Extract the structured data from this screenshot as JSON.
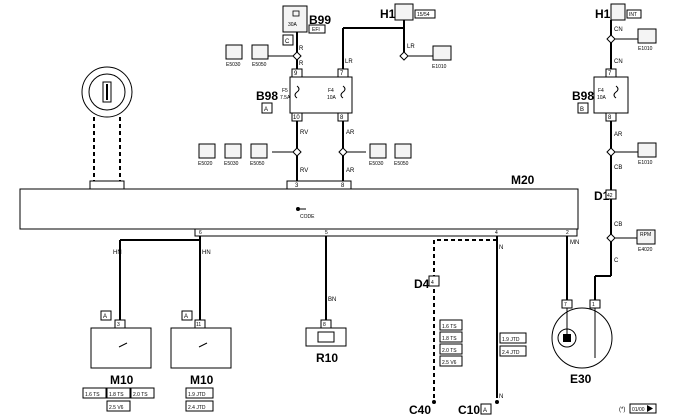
{
  "components": {
    "M20": "M20",
    "B99": "B99",
    "H1_left": "H1",
    "H1_right": "H1",
    "B98_a": "B98",
    "B98_b": "B98",
    "D1": "D1",
    "D4": "D4",
    "M10_a": "M10",
    "M10_b": "M10",
    "R10": "R10",
    "E30": "E30",
    "C40": "C40",
    "C10": "C10"
  },
  "connector_tags": {
    "B99_C": "C",
    "B98_A": "A",
    "B98_B": "B",
    "M10_a_A": "A",
    "M10_b_A": "A",
    "C10_A": "A",
    "D1_pin": "42",
    "D4_pin": "4"
  },
  "badges": {
    "b99_efi": "EFI",
    "b99_fuse": "30A",
    "h1_left": "15/54",
    "h1_right": "INT",
    "rpm": "RPM"
  },
  "fuses": {
    "f5_name": "F5",
    "f5_rating": "7.5A",
    "f4_name": "F4",
    "f4_rating": "10A",
    "b_f4_name": "F4",
    "b_f4_rating": "10A"
  },
  "wire_colors": {
    "r1": "R",
    "r2": "R",
    "lr1": "LR",
    "lr2": "LR",
    "rv1": "RV",
    "rv2": "RV",
    "ar1": "AR",
    "ar2": "AR",
    "cn1": "CN",
    "cn2": "CN",
    "ar_r": "AR",
    "cb1": "CB",
    "cb2": "CB",
    "c": "C",
    "hn1": "HN",
    "hn2": "HN",
    "bn": "BN",
    "mn": "MN",
    "n1": "N",
    "n2": "N"
  },
  "pins": {
    "b98a_9": "9",
    "b98a_7": "7",
    "b98a_10": "10",
    "b98a_8": "8",
    "b98b_7": "7",
    "b98b_8": "8",
    "m20_3": "3",
    "m20_8": "8",
    "m20_6": "6",
    "m20_5": "5",
    "m20_4": "4",
    "m20_2": "2",
    "m10a_3": "3",
    "m10b_11": "11",
    "r10_8": "8",
    "e30_7": "7",
    "e30_1": "1"
  },
  "refs": {
    "e5030_a": "E5030",
    "e5050_a": "E5050",
    "e1010_a": "E1010",
    "e5020": "E5020",
    "e5030_b": "E5030",
    "e5050_b": "E5050",
    "e5030_c": "E5030",
    "e5050_c": "E5050",
    "e1010_b": "E1010",
    "e1010_c": "E1010",
    "e4020": "E4020"
  },
  "variants": {
    "m10a": [
      "1.6 TS",
      "1.8 TS",
      "2.0 TS",
      "2.5 V6"
    ],
    "m10b": [
      "1.9 JTD",
      "2.4 JTD"
    ],
    "c40": [
      "1.6 TS",
      "1.8 TS",
      "2.0 TS",
      "2.5 V6"
    ],
    "c10": [
      "1.9 JTD",
      "2.4 JTD"
    ]
  },
  "footnote": {
    "mark": "(*)",
    "code": "01/00"
  }
}
